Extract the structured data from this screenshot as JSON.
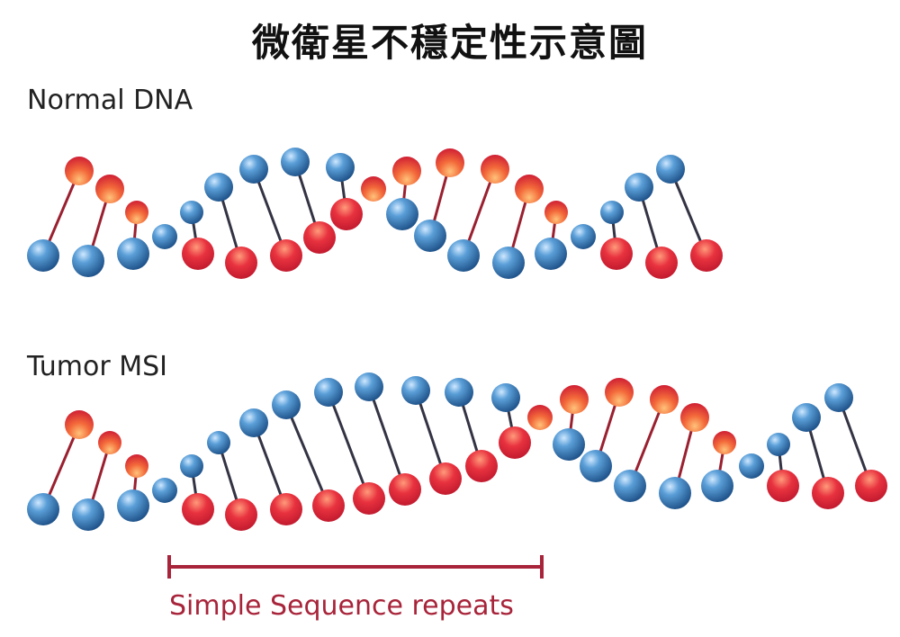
{
  "title": "微衛星不穩定性示意圖",
  "normal_label": "Normal DNA",
  "tumor_label": "Tumor MSI",
  "repeat_label": "Simple Sequence repeats",
  "colors": {
    "blue": "#2a67a6",
    "blue_light": "#8fc3ec",
    "red": "#e0283a",
    "red_light": "#ffb07a",
    "bracket": "#a8243a"
  }
}
